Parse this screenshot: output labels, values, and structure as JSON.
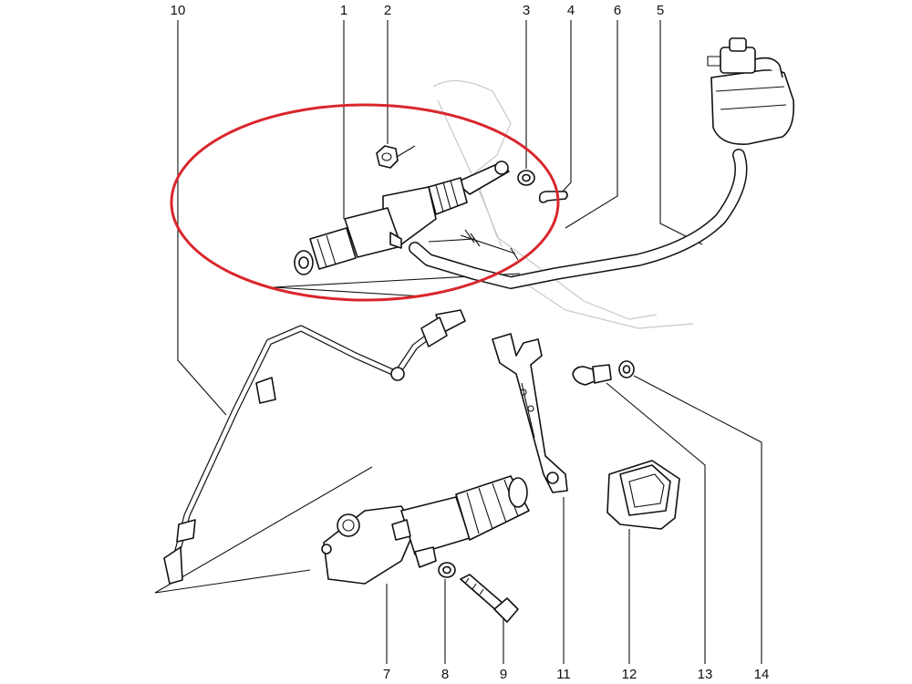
{
  "diagram": {
    "callouts": [
      {
        "id": "1",
        "label": "1"
      },
      {
        "id": "2",
        "label": "2"
      },
      {
        "id": "3",
        "label": "3"
      },
      {
        "id": "4",
        "label": "4"
      },
      {
        "id": "5",
        "label": "5"
      },
      {
        "id": "6",
        "label": "6"
      },
      {
        "id": "7",
        "label": "7"
      },
      {
        "id": "8",
        "label": "8"
      },
      {
        "id": "9",
        "label": "9"
      },
      {
        "id": "10",
        "label": "10"
      },
      {
        "id": "11",
        "label": "11"
      },
      {
        "id": "12",
        "label": "12"
      },
      {
        "id": "13",
        "label": "13"
      },
      {
        "id": "14",
        "label": "14"
      }
    ],
    "highlight": {
      "color": "#d9262c",
      "target_callout": "1"
    },
    "colors": {
      "line": "#111111",
      "ghost": "#c8c8c8",
      "background": "#ffffff"
    }
  }
}
